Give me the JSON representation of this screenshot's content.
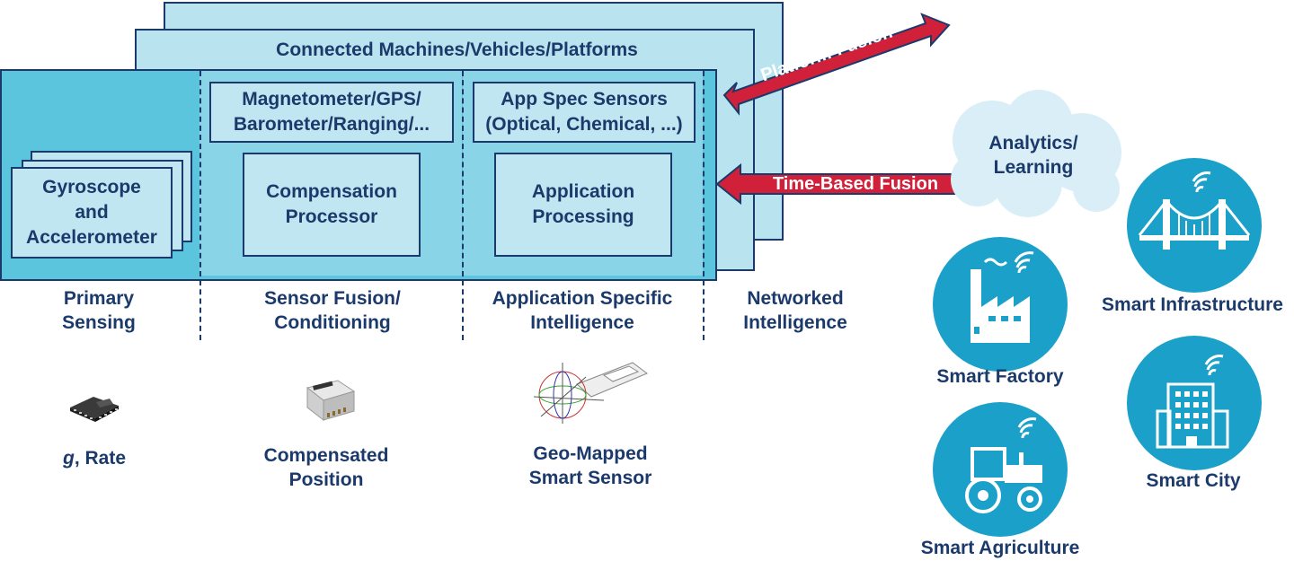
{
  "layers": {
    "connected": "Connected Machines/Vehicles/Platforms"
  },
  "boxes": {
    "gyroscope": [
      "Gyroscope",
      "and",
      "Accelerometer"
    ],
    "magnetometer": [
      "Magnetometer/GPS/",
      "Barometer/Ranging/..."
    ],
    "app_spec": [
      "App Spec Sensors",
      "(Optical, Chemical, ...)"
    ],
    "compensation": [
      "Compensation",
      "Processor"
    ],
    "application": [
      "Application",
      "Processing"
    ]
  },
  "columns": {
    "primary": [
      "Primary",
      "Sensing"
    ],
    "fusion": [
      "Sensor Fusion/",
      "Conditioning"
    ],
    "app_intel": [
      "Application Specific",
      "Intelligence"
    ],
    "networked": [
      "Networked",
      "Intelligence"
    ]
  },
  "products": {
    "rate": {
      "italic": "g",
      "rest": ", Rate"
    },
    "compensated": [
      "Compensated",
      "Position"
    ],
    "geo": [
      "Geo-Mapped",
      "Smart Sensor"
    ]
  },
  "arrows": {
    "platform": "Platform-Fusion",
    "time": "Time-Based Fusion"
  },
  "cloud": [
    "Analytics/",
    "Learning"
  ],
  "smart": {
    "factory": "Smart Factory",
    "infrastructure": "Smart Infrastructure",
    "agriculture": "Smart Agriculture",
    "city": "Smart City"
  },
  "colors": {
    "navy": "#1b3a6b",
    "layer_light": "#b9e4ef",
    "layer_mid": "#7ccde2",
    "circle": "#1aa0c9",
    "arrow_red": "#d0203a",
    "cloud": "#d9eef7"
  },
  "icons": {
    "chip": "chip-icon",
    "imu_module": "imu-module-icon",
    "sensor_device": "sensor-device-icon",
    "factory": "factory-icon",
    "bridge": "bridge-icon",
    "tractor": "tractor-icon",
    "buildings": "buildings-icon",
    "wifi": "wifi-icon"
  }
}
